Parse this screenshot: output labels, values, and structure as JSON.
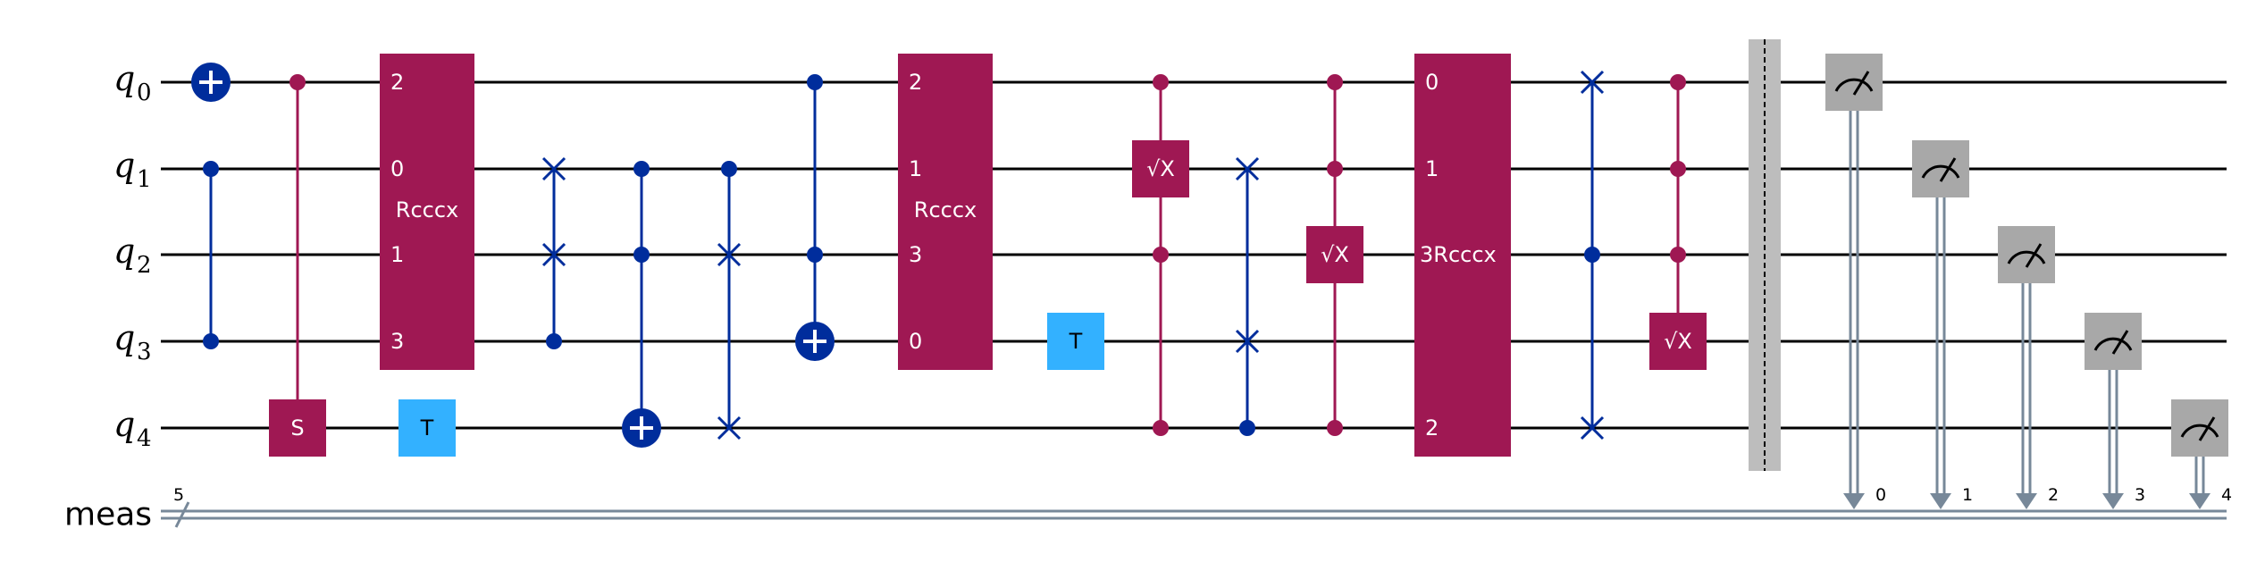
{
  "qubits": [
    {
      "name": "q",
      "index": "0"
    },
    {
      "name": "q",
      "index": "1"
    },
    {
      "name": "q",
      "index": "2"
    },
    {
      "name": "q",
      "index": "3"
    },
    {
      "name": "q",
      "index": "4"
    }
  ],
  "classical_register": {
    "name": "meas",
    "size": "5"
  },
  "colors": {
    "wire": "#000000",
    "classical": "#778899",
    "rcccx": "#9f1853",
    "t_gate": "#33b1ff",
    "blue": "#002d9c",
    "measure": "#a8a8a8",
    "barrier": "#bdbdbd"
  },
  "operations": [
    {
      "type": "controlled-x",
      "name": "cx-col1",
      "controls": [
        "1",
        "3"
      ],
      "target": "0"
    },
    {
      "type": "controlled-gate",
      "name": "cs-col2",
      "controls": [
        "0"
      ],
      "target": "4",
      "label": "S"
    },
    {
      "type": "box",
      "name": "rcccx-1",
      "label": "Rcccx",
      "ports": [
        "2",
        "0",
        "1",
        "3"
      ]
    },
    {
      "type": "gate",
      "name": "t-1",
      "qubit": "4",
      "label": "T"
    },
    {
      "type": "controlled-swap",
      "name": "cswap-1",
      "controls": [
        "3"
      ],
      "swap": [
        "1",
        "2"
      ]
    },
    {
      "type": "controlled-x",
      "name": "ccx-1",
      "controls": [
        "1",
        "2"
      ],
      "target": "4"
    },
    {
      "type": "controlled-swap",
      "name": "cswap-2",
      "controls": [
        "1"
      ],
      "swap": [
        "2",
        "4"
      ]
    },
    {
      "type": "controlled-x",
      "name": "ccx-2",
      "controls": [
        "0",
        "2"
      ],
      "target": "3"
    },
    {
      "type": "box",
      "name": "rcccx-2",
      "label": "Rcccx",
      "ports": [
        "2",
        "1",
        "3",
        "0"
      ]
    },
    {
      "type": "gate",
      "name": "t-2",
      "qubit": "3",
      "label": "T"
    },
    {
      "type": "controlled-sx",
      "name": "csx-1",
      "controls": [
        "0",
        "2",
        "4"
      ],
      "target": "1",
      "label": "√X"
    },
    {
      "type": "controlled-swap",
      "name": "cswap-3",
      "controls": [
        "4"
      ],
      "swap": [
        "1",
        "3"
      ]
    },
    {
      "type": "controlled-sx",
      "name": "csx-2",
      "controls": [
        "0",
        "1",
        "4"
      ],
      "target": "2",
      "label": "√X"
    },
    {
      "type": "box",
      "name": "rcccx-3",
      "label": "3Rcccx",
      "ports": [
        "0",
        "1",
        "",
        "2"
      ]
    },
    {
      "type": "controlled-swap",
      "name": "cswap-4",
      "controls": [
        "2"
      ],
      "swap": [
        "0",
        "4"
      ]
    },
    {
      "type": "controlled-sx",
      "name": "csx-3",
      "controls": [
        "0",
        "1",
        "2"
      ],
      "target": "3",
      "label": "√X"
    },
    {
      "type": "barrier",
      "name": "barrier-1"
    },
    {
      "type": "measure",
      "name": "measure-0",
      "qubit": "0",
      "clbit": "0"
    },
    {
      "type": "measure",
      "name": "measure-1",
      "qubit": "1",
      "clbit": "1"
    },
    {
      "type": "measure",
      "name": "measure-2",
      "qubit": "2",
      "clbit": "2"
    },
    {
      "type": "measure",
      "name": "measure-3",
      "qubit": "3",
      "clbit": "3"
    },
    {
      "type": "measure",
      "name": "measure-4",
      "qubit": "4",
      "clbit": "4"
    }
  ]
}
